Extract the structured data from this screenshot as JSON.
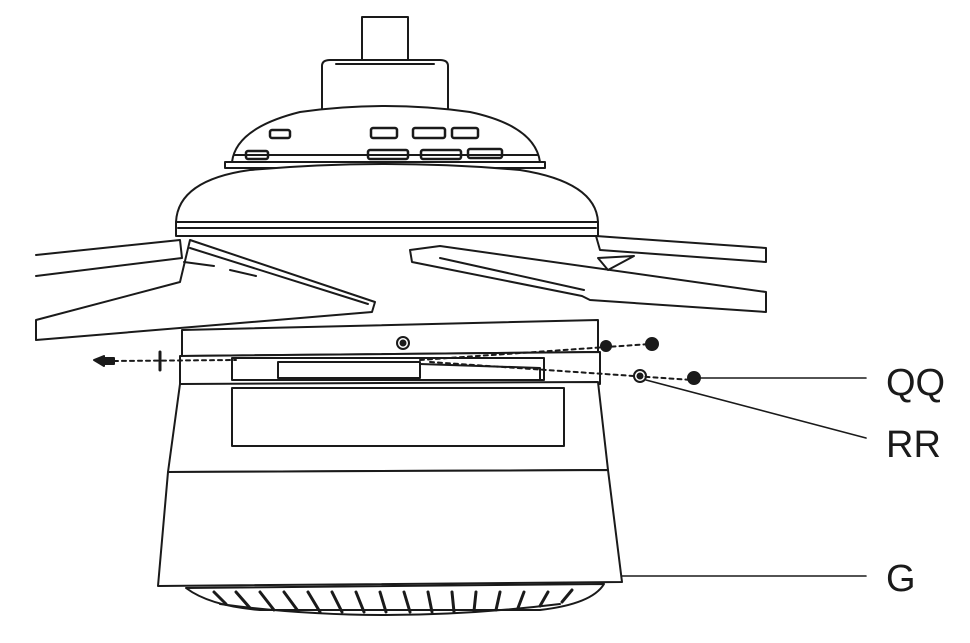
{
  "labels": {
    "qq": "QQ",
    "rr": "RR",
    "g": "G"
  },
  "colors": {
    "line": "#1a1a1a",
    "background": "#ffffff"
  }
}
